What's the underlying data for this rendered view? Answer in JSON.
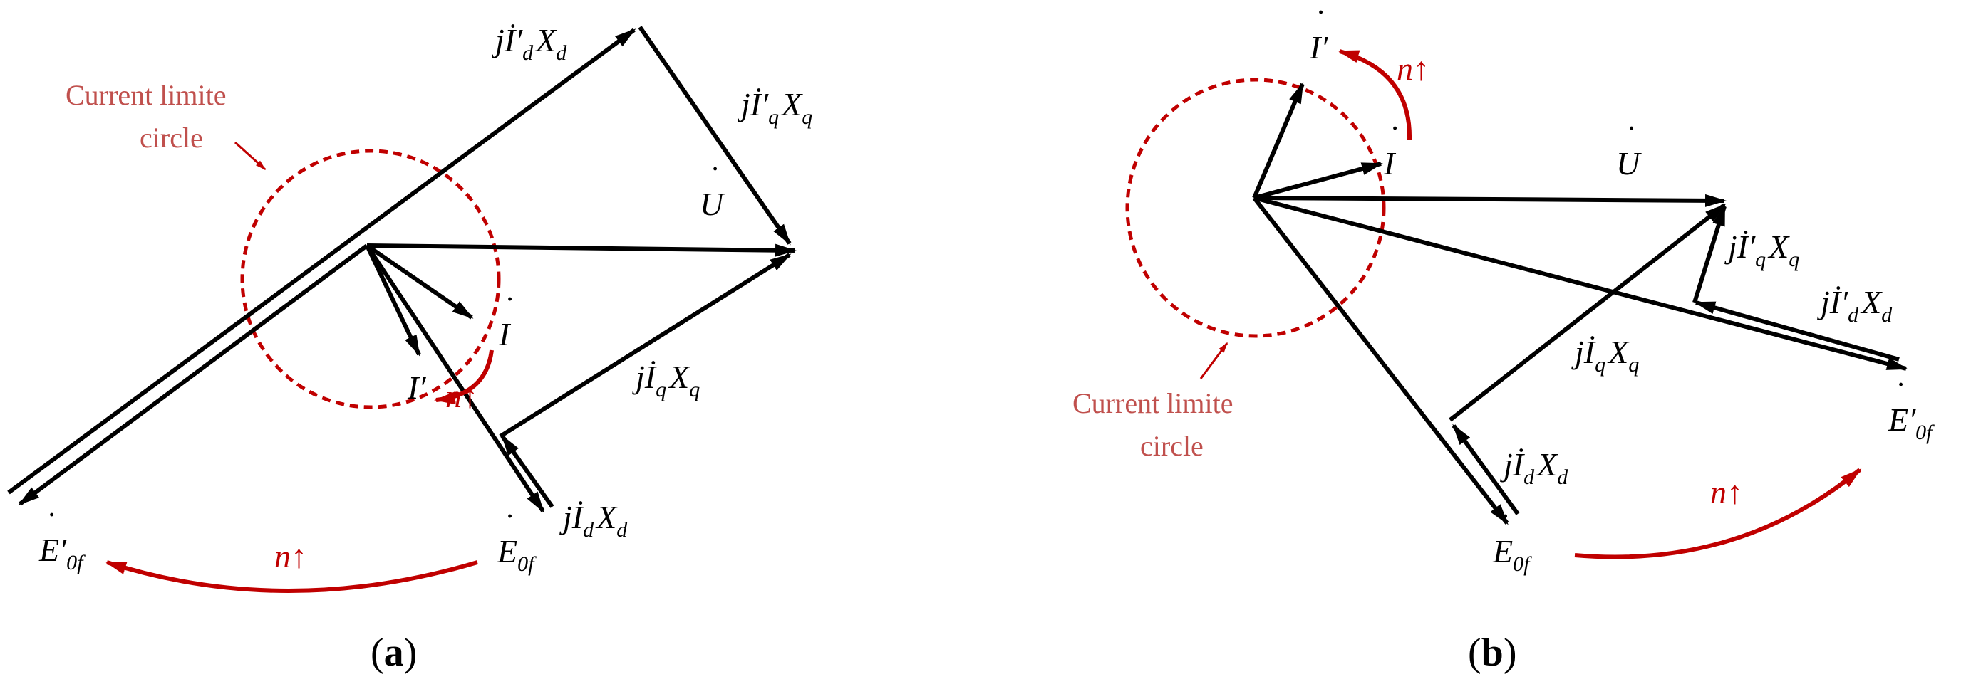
{
  "panels": [
    {
      "id": "a",
      "caption_open": "(",
      "caption_letter": "a",
      "caption_close": ")",
      "circle_note_line1": "Current limite",
      "circle_note_line2": "circle",
      "labels": {
        "u": "U",
        "i": "I",
        "i_prime": "I′",
        "e0f": "E",
        "e0f_sub": "0f",
        "e0f_prime": "E′",
        "e0f_prime_sub": "0f",
        "j_id_xd_prime": {
          "j": "j",
          "i": "İ′",
          "isub": "d",
          "x": "X",
          "xsub": "d"
        },
        "j_iq_xq_prime": {
          "j": "j",
          "i": "İ′",
          "isub": "q",
          "x": "X",
          "xsub": "q"
        },
        "j_iq_xq": {
          "j": "j",
          "i": "İ",
          "isub": "q",
          "x": "X",
          "xsub": "q"
        },
        "j_id_xd": {
          "j": "j",
          "i": "İ",
          "isub": "d",
          "x": "X",
          "xsub": "d"
        },
        "n_up_1": "n↑",
        "n_up_2": "n↑"
      }
    },
    {
      "id": "b",
      "caption_open": "(",
      "caption_letter": "b",
      "caption_close": ")",
      "circle_note_line1": "Current limite",
      "circle_note_line2": "circle",
      "labels": {
        "u": "U",
        "i": "I",
        "i_prime": "I′",
        "e0f": "E",
        "e0f_sub": "0f",
        "e0f_prime": "E′",
        "e0f_prime_sub": "0f",
        "j_iq_xq_prime": {
          "j": "j",
          "i": "İ′",
          "isub": "q",
          "x": "X",
          "xsub": "q"
        },
        "j_id_xd_prime": {
          "j": "j",
          "i": "İ′",
          "isub": "d",
          "x": "X",
          "xsub": "d"
        },
        "j_iq_xq": {
          "j": "j",
          "i": "İ",
          "isub": "q",
          "x": "X",
          "xsub": "q"
        },
        "j_id_xd": {
          "j": "j",
          "i": "İ",
          "isub": "d",
          "x": "X",
          "xsub": "d"
        },
        "n_up_1": "n↑",
        "n_up_2": "n↑"
      }
    }
  ],
  "colors": {
    "vector": "#000000",
    "limit_circle": "#c00000",
    "note": "#c0504d"
  }
}
